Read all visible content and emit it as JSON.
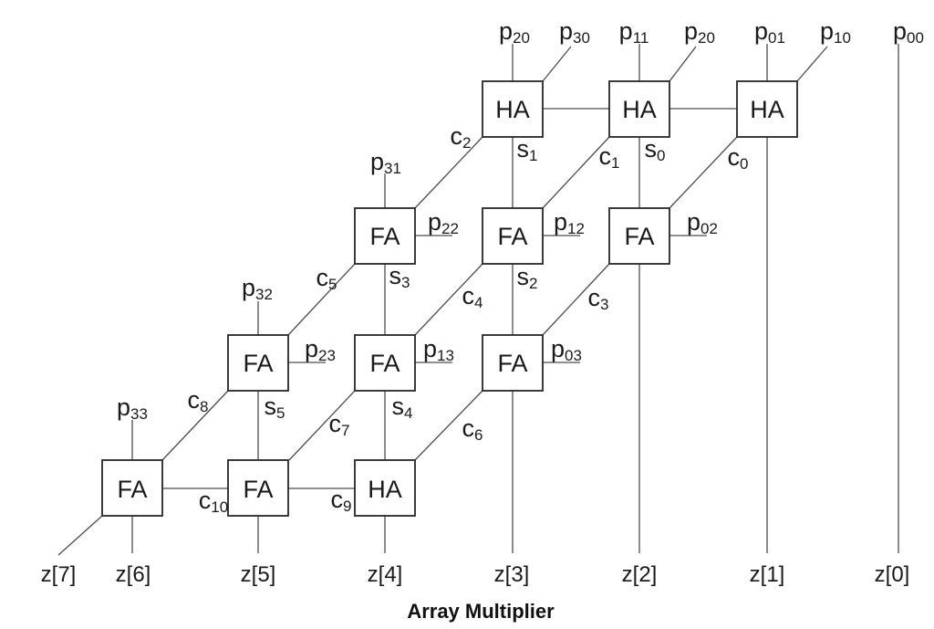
{
  "title": "Array Multiplier",
  "nodes": [
    {
      "id": "ha-row1-col3",
      "label": "HA"
    },
    {
      "id": "ha-row1-col2",
      "label": "HA"
    },
    {
      "id": "ha-row1-col1",
      "label": "HA"
    },
    {
      "id": "fa-row2-col4",
      "label": "FA"
    },
    {
      "id": "fa-row2-col3",
      "label": "FA"
    },
    {
      "id": "fa-row2-col2",
      "label": "FA"
    },
    {
      "id": "fa-row3-col5",
      "label": "FA"
    },
    {
      "id": "fa-row3-col4",
      "label": "FA"
    },
    {
      "id": "fa-row3-col3",
      "label": "FA"
    },
    {
      "id": "fa-row4-col6",
      "label": "FA"
    },
    {
      "id": "fa-row4-col5",
      "label": "FA"
    },
    {
      "id": "ha-row4-col4",
      "label": "HA"
    }
  ],
  "signals": {
    "p20a": {
      "base": "p",
      "sub": "20"
    },
    "p30": {
      "base": "p",
      "sub": "30"
    },
    "p11": {
      "base": "p",
      "sub": "11"
    },
    "p20b": {
      "base": "p",
      "sub": "20"
    },
    "p01": {
      "base": "p",
      "sub": "01"
    },
    "p10": {
      "base": "p",
      "sub": "10"
    },
    "p00": {
      "base": "p",
      "sub": "00"
    },
    "p31": {
      "base": "p",
      "sub": "31"
    },
    "p22": {
      "base": "p",
      "sub": "22"
    },
    "p12": {
      "base": "p",
      "sub": "12"
    },
    "p02": {
      "base": "p",
      "sub": "02"
    },
    "p32": {
      "base": "p",
      "sub": "32"
    },
    "p23": {
      "base": "p",
      "sub": "23"
    },
    "p13": {
      "base": "p",
      "sub": "13"
    },
    "p03": {
      "base": "p",
      "sub": "03"
    },
    "p33": {
      "base": "p",
      "sub": "33"
    },
    "s0": {
      "base": "s",
      "sub": "0"
    },
    "s1": {
      "base": "s",
      "sub": "1"
    },
    "s2": {
      "base": "s",
      "sub": "2"
    },
    "s3": {
      "base": "s",
      "sub": "3"
    },
    "s4": {
      "base": "s",
      "sub": "4"
    },
    "s5": {
      "base": "s",
      "sub": "5"
    },
    "c0": {
      "base": "c",
      "sub": "0"
    },
    "c1": {
      "base": "c",
      "sub": "1"
    },
    "c2": {
      "base": "c",
      "sub": "2"
    },
    "c3": {
      "base": "c",
      "sub": "3"
    },
    "c4": {
      "base": "c",
      "sub": "4"
    },
    "c5": {
      "base": "c",
      "sub": "5"
    },
    "c6": {
      "base": "c",
      "sub": "6"
    },
    "c7": {
      "base": "c",
      "sub": "7"
    },
    "c8": {
      "base": "c",
      "sub": "8"
    },
    "c9": {
      "base": "c",
      "sub": "9"
    },
    "c10": {
      "base": "c",
      "sub": "10"
    }
  },
  "outputs": [
    "z[7]",
    "z[6]",
    "z[5]",
    "z[4]",
    "z[3]",
    "z[2]",
    "z[1]",
    "z[0]"
  ]
}
